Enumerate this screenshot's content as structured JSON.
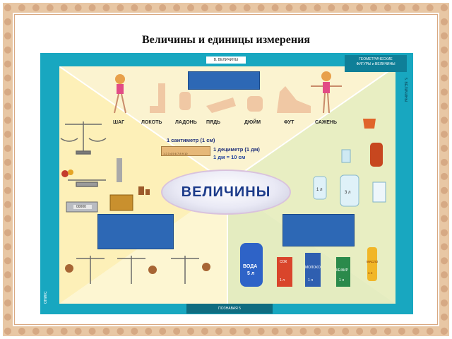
{
  "page": {
    "title": "Величины и единицы измерения"
  },
  "poster": {
    "top_label": "В. ВЕЛИЧИНЫ",
    "right_header_line1": "ГЕОМЕТРИЧЕСКИЕ",
    "right_header_line2": "ФИГУРЫ и ВЕЛИЧИНЫ",
    "side_right": "5. ВЕЛИЧИНЫ",
    "side_left": "ОНИКС",
    "bottom_label": "ПОЗНАВАЯ 5",
    "center": "ВЕЛИЧИНЫ",
    "measures": [
      "ШАГ",
      "ЛОКОТЬ",
      "ЛАДОНЬ",
      "ПЯДЬ",
      "ДЮЙМ",
      "ФУТ",
      "САЖЕНЬ"
    ],
    "units": {
      "cm": "1 сантиметр (1 см)",
      "dm": "1 дециметр (1 дм)",
      "eq": "1 дм = 10 см"
    },
    "ruler_digits": "1 2 3 4 5 6 7 8 9 10",
    "volumes": {
      "jar1": "1 л",
      "jar2": "3 л"
    },
    "water": {
      "line1": "ВОДА",
      "line2": "5 л"
    },
    "cartons": [
      "СОК",
      "МОЛОКО",
      "КЕФИР",
      "МАСЛО"
    ],
    "carton_volumes": [
      "1 л",
      "1 л",
      "1 л",
      "1 л"
    ],
    "scale_display": "00000"
  }
}
